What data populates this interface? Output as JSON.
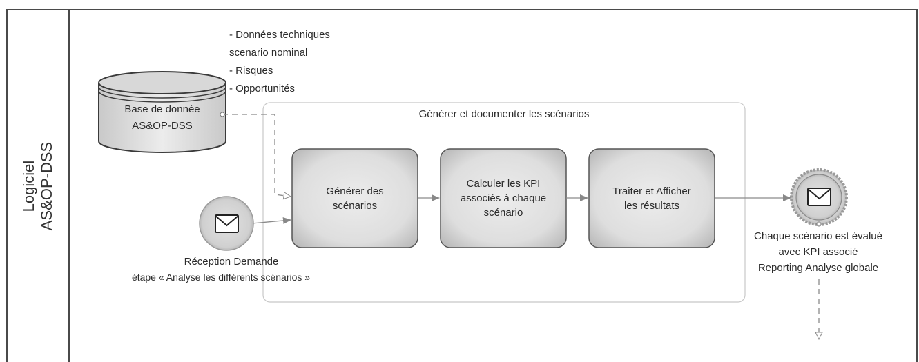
{
  "lane": {
    "label_line1": "Logiciel",
    "label_line2": "AS&OP-DSS"
  },
  "database": {
    "label_line1": "Base de donnée",
    "label_line2": "AS&OP-DSS"
  },
  "data_annotation": {
    "line1": "- Données techniques",
    "line2": "scenario nominal",
    "line3": "- Risques",
    "line4": "- Opportunités"
  },
  "subprocess": {
    "title": "Générer et documenter les scénarios"
  },
  "tasks": [
    {
      "line1": "Générer des",
      "line2": "scénarios"
    },
    {
      "line1": "Calculer les KPI",
      "line2": "associés à chaque",
      "line3": "scénario"
    },
    {
      "line1": "Traiter et Afficher",
      "line2": "les résultats"
    }
  ],
  "start_event": {
    "line1": "Réception Demande",
    "line2": "étape « Analyse les différents scénarios »"
  },
  "end_event": {
    "line1": "Chaque scénario est évalué",
    "line2": "avec KPI associé",
    "line3": "Reporting Analyse globale"
  },
  "icons": {
    "start": "envelope-icon",
    "end": "envelope-icon"
  },
  "colors": {
    "task_fill": "#dcdcdc",
    "event_fill": "#d6d6d6",
    "border": "#3a3a3a",
    "lane_header": "#ffffff"
  }
}
